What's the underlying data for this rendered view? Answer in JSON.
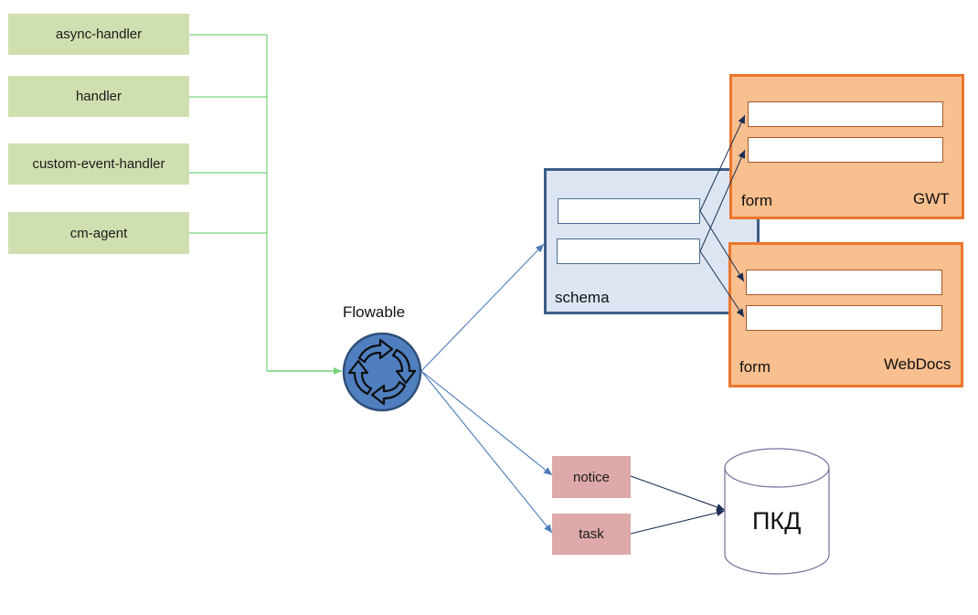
{
  "handlers": [
    {
      "label": "async-handler"
    },
    {
      "label": "handler"
    },
    {
      "label": "custom-event-handler"
    },
    {
      "label": "cm-agent"
    }
  ],
  "engine": {
    "label": "Flowable",
    "icon": "cycle-arrows-icon"
  },
  "schema": {
    "label": "schema"
  },
  "forms": {
    "gwt": {
      "form_label": "form",
      "title": "GWT"
    },
    "webdocs": {
      "form_label": "form",
      "title": "WebDocs"
    }
  },
  "outputs": {
    "notice": "notice",
    "task": "task"
  },
  "storage": {
    "label": "ПКД",
    "icon": "database-cylinder-icon"
  },
  "colors": {
    "handler_fill": "#d0dfb0",
    "handler_connector": "#76d27a",
    "flowable_fill": "#4f7fbf",
    "schema_fill": "#dce5f1",
    "schema_border": "#3c5e86",
    "form_fill": "#f8bf8f",
    "form_border": "#ec762c",
    "output_fill": "#dea9a9",
    "blue_arrow": "#4a7ab8",
    "navy_arrow": "#1c2f55"
  }
}
